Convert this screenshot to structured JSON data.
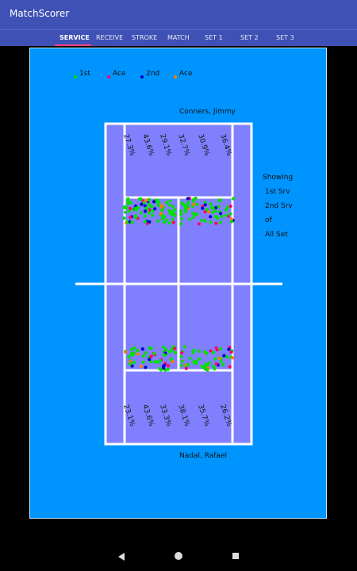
{
  "app_title": "MatchScorer",
  "tabs": [
    {
      "label": "SERVICE",
      "active": true
    },
    {
      "label": "RECEIVE",
      "active": false
    },
    {
      "label": "STROKE",
      "active": false
    },
    {
      "label": "MATCH",
      "active": false
    },
    {
      "label": "SET 1",
      "active": false
    },
    {
      "label": "SET 2",
      "active": false
    },
    {
      "label": "SET 3",
      "active": false
    }
  ],
  "legend": [
    {
      "label": "1st",
      "color": "#00E000"
    },
    {
      "label": "Ace",
      "color": "#FF0066"
    },
    {
      "label": "2nd",
      "color": "#0000CC"
    },
    {
      "label": "Ace",
      "color": "#FF7A00"
    }
  ],
  "players": {
    "top": "Conners, Jimmy",
    "bottom": "Nadal, Rafael"
  },
  "side_note": [
    "Showing",
    "1st Srv",
    "2nd Srv",
    "of",
    "All Set"
  ],
  "top_percentages": [
    "27.3%",
    "43.6%",
    "29.1%",
    "32.7%",
    "30.9%",
    "36.4%"
  ],
  "bottom_percentages": [
    "23.1%",
    "43.6%",
    "33.3%",
    "38.1%",
    "35.7%",
    "26.2%"
  ],
  "colors": {
    "court": "#8080FF",
    "background": "#0094FF",
    "lines": "#FFFFFF",
    "appbar": "#3F51B5",
    "indicator": "#FF4081"
  },
  "nav_icons": [
    "back-icon",
    "home-icon",
    "recents-icon"
  ]
}
